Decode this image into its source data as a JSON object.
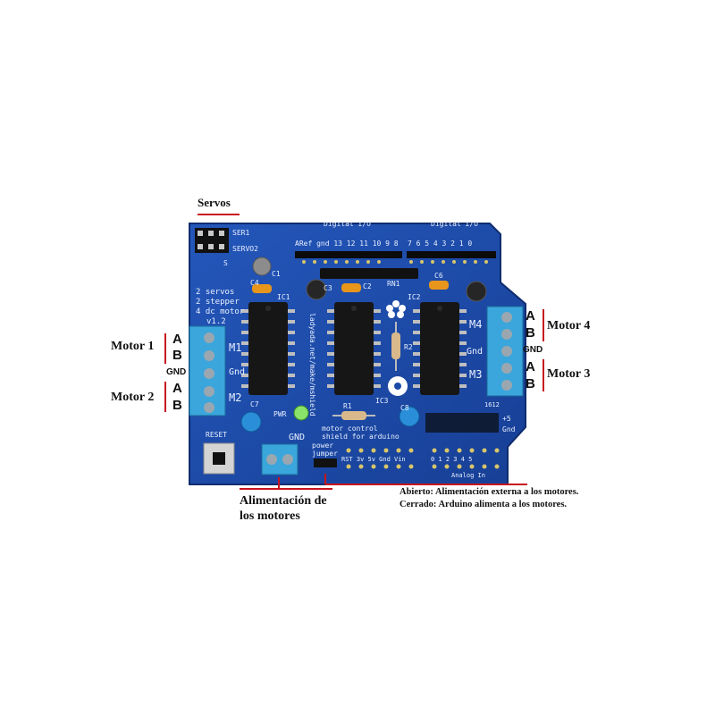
{
  "annotations": {
    "servos": "Servos",
    "motor1": "Motor 1",
    "motor2": "Motor 2",
    "motor3": "Motor 3",
    "motor4": "Motor 4",
    "a": "A",
    "b": "B",
    "gnd": "GND",
    "power_line1": "Alimentación de",
    "power_line2": "los motores",
    "jumper_open": "Abierto: Alimentación externa a los motores.",
    "jumper_closed": "Cerrado: Arduino alimenta a los motores."
  },
  "board": {
    "digital_io": "Digital I/O",
    "pins_left": "ARef gnd 13  12  11  10  9   8",
    "pins_right": "7   6   5   4   3   2   1   0",
    "ser1": "SER1",
    "servo2": "SERVO2",
    "s": "S",
    "ic1": "IC1",
    "ic2": "IC2",
    "ic3": "IC3",
    "m1": "M1",
    "m2": "M2",
    "m3": "M3",
    "m4": "M4",
    "gnd_l": "Gnd",
    "gnd_r": "Gnd",
    "desc": [
      "2 servos",
      "2 stepper",
      "4 dc motor",
      "v1.2"
    ],
    "reset": "RESET",
    "pwr": "PWR",
    "ext_pwr_gnd": "GND",
    "power_jumper": [
      "power",
      "jumper"
    ],
    "power_pins": "RST 3v  5v  Gnd  Vin",
    "analog_pins": "0   1   2   3   4   5",
    "analog_in": "Analog In",
    "plus5": "+5",
    "gnd_hdr": "Gnd",
    "rn1": "RN1",
    "r1": "R1",
    "r2": "R2",
    "c1": "C1",
    "c2": "C2",
    "c3": "C3",
    "c4": "C4",
    "c6": "C6",
    "c7": "C7",
    "c8": "C8",
    "vertical_url": "ladyada.net/make/mshield",
    "footer": [
      "motor control",
      "shield for arduino"
    ],
    "date": "1612"
  },
  "colors": {
    "pcb": "#1d4aa8",
    "pcb_dark": "#163a8a",
    "terminal": "#3aa6dc",
    "annotation_line": "#c8141e"
  }
}
